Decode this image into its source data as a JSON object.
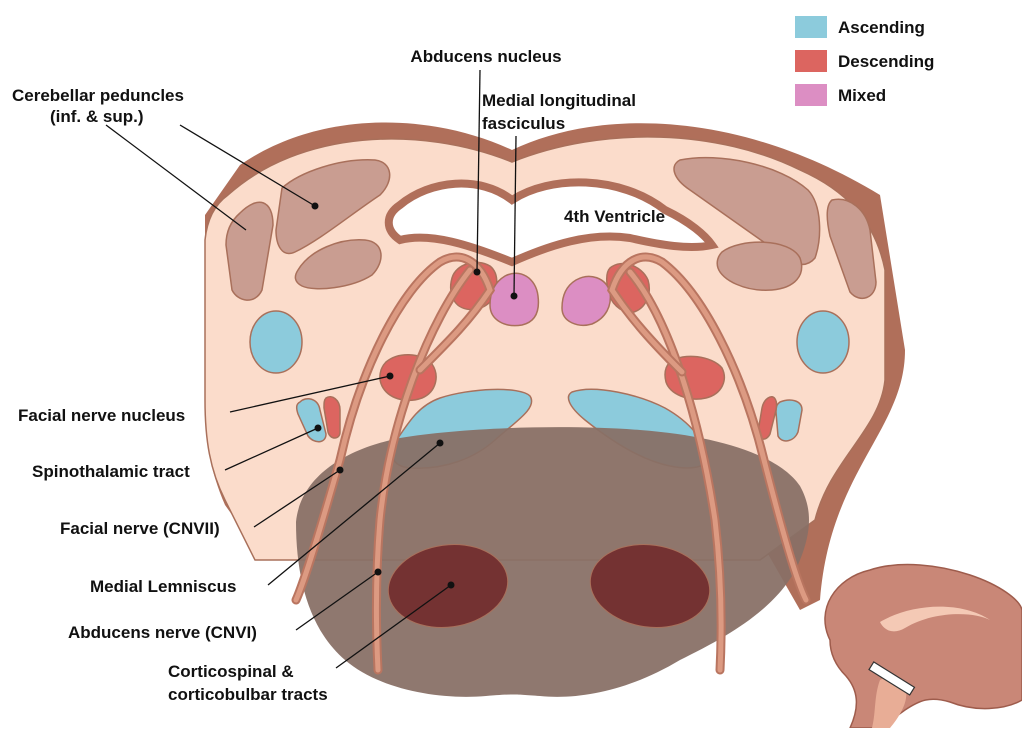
{
  "legend": [
    {
      "label": "Ascending",
      "color": "#8ccbdc"
    },
    {
      "label": "Descending",
      "color": "#dc6560"
    },
    {
      "label": "Mixed",
      "color": "#dc8ec3"
    }
  ],
  "labels": {
    "abducens_nucleus": "Abducens nucleus",
    "mlf_line1": "Medial longitudinal",
    "mlf_line2": "fasciculus",
    "cerebellar_line1": "Cerebellar peduncles",
    "cerebellar_line2": "(inf. & sup.)",
    "fourth_ventricle": "4th Ventricle",
    "facial_nucleus": "Facial nerve nucleus",
    "spinothalamic": "Spinothalamic tract",
    "facial_nerve": "Facial nerve (CNVII)",
    "medial_lemniscus": "Medial Lemniscus",
    "abducens_nerve": "Abducens nerve (CNVI)",
    "corticospinal_line1": "Corticospinal &",
    "corticospinal_line2": "corticobulbar tracts"
  },
  "colors": {
    "tissue": "#fbdccb",
    "outline": "#a9705b",
    "rim": "#b06f5a",
    "peduncle": "#c99d91",
    "basilar": "#887066",
    "corticospinal": "#743232",
    "nerve": "#b97560",
    "ascending": "#8ccbdc",
    "descending": "#dc6560",
    "mixed": "#dc8ec3"
  }
}
